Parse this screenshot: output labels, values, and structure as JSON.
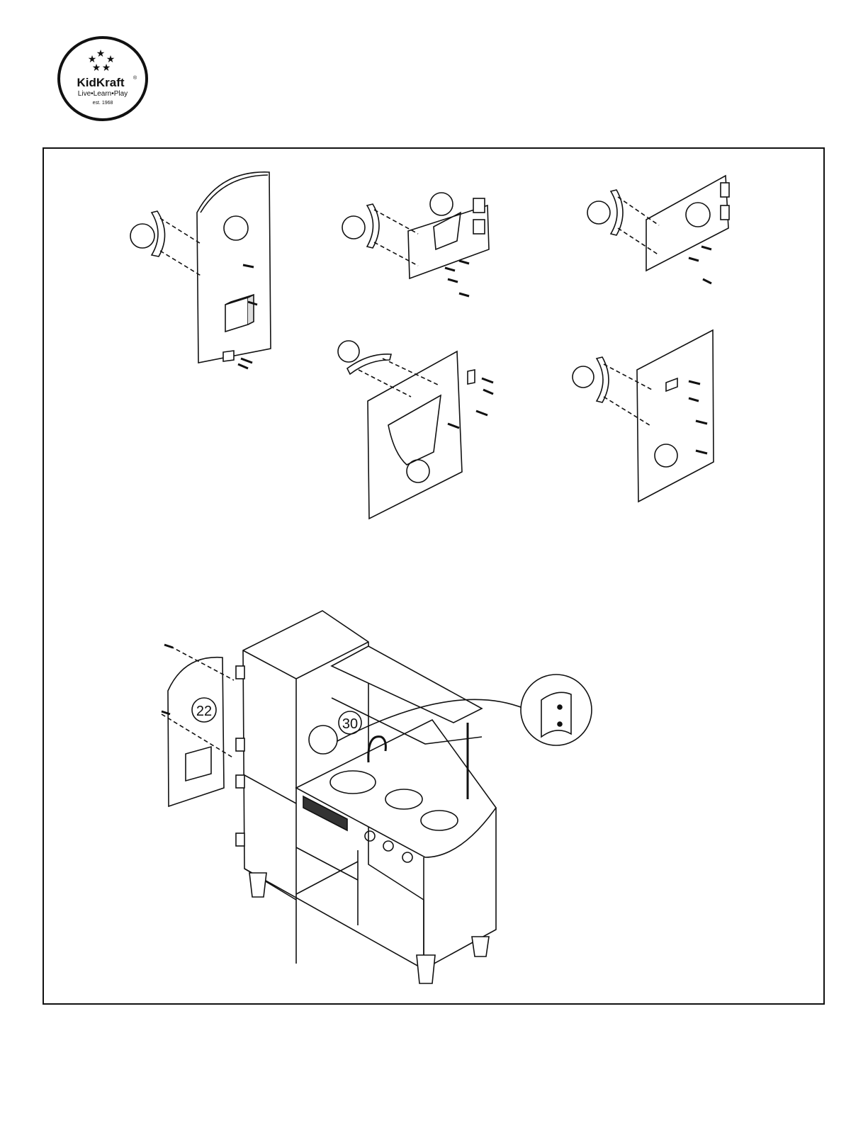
{
  "brand": {
    "name": "KidKraft",
    "registered": "®",
    "tagline": "Live•Learn•Play",
    "established": "est. 1968"
  },
  "callouts": {
    "side_panel": "22",
    "bracket": "30"
  },
  "colors": {
    "ink": "#111111",
    "paper": "#ffffff"
  }
}
